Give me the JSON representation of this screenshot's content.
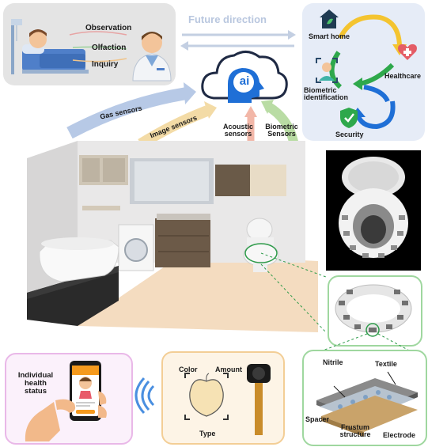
{
  "top_left_panel": {
    "labels": [
      "Observation",
      "Olfaction",
      "Inquiry"
    ]
  },
  "future_direction": "Future direction",
  "applications": {
    "items": [
      "Smart home",
      "Healthcare",
      "Biometric identification",
      "Security"
    ]
  },
  "ai_cloud": {
    "badge": "ai",
    "sensors": {
      "gas": "Gas sensors",
      "image": "Image sensors",
      "acoustic": "Acoustic sensors",
      "biometric": "Biometric Sensors"
    }
  },
  "sensor_layers": {
    "nitrile": "Nitrile",
    "textile": "Textile",
    "spacer": "Spacer",
    "frustum": "Frustum structure",
    "electrode": "Electrode"
  },
  "image_analysis": {
    "color": "Color",
    "amount": "Amount",
    "type": "Type"
  },
  "phone_panel": {
    "status": "Individual health status"
  },
  "colors": {
    "grey_panel": "#e4e4e4",
    "blue_panel": "#e6ecf7",
    "pink_border": "#e9b8e8",
    "orange_border": "#f3ce96",
    "green_border": "#9fd79f"
  }
}
